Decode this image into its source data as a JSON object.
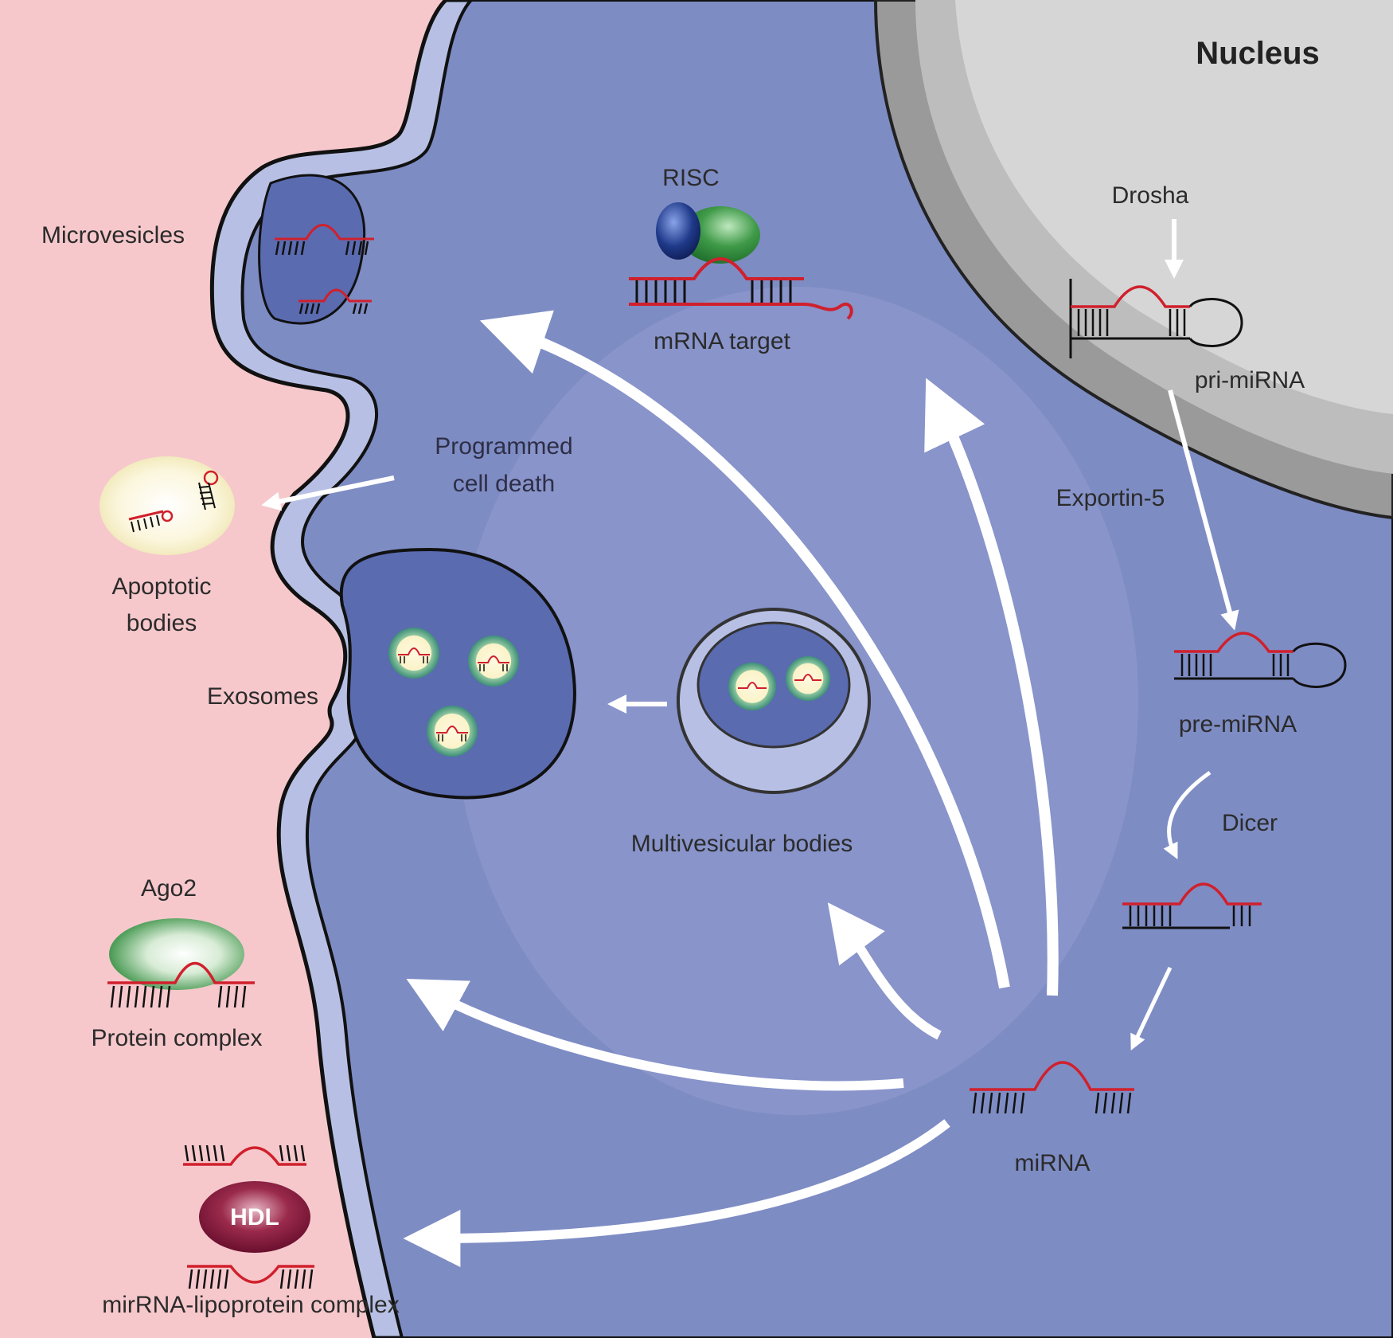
{
  "labels": {
    "nucleus": "Nucleus",
    "drosha": "Drosha",
    "pri_mirna": "pri-miRNA",
    "exportin5": "Exportin-5",
    "pre_mirna": "pre-miRNA",
    "dicer": "Dicer",
    "mirna": "miRNA",
    "risc": "RISC",
    "mrna_target": "mRNA target",
    "microvesicles": "Microvesicles",
    "programmed_1": "Programmed",
    "programmed_2": "cell death",
    "apoptotic_1": "Apoptotic",
    "apoptotic_2": "bodies",
    "exosomes": "Exosomes",
    "mvb": "Multivesicular bodies",
    "ago2": "Ago2",
    "protein_complex": "Protein complex",
    "hdl": "HDL",
    "lipoprotein_complex": "mirRNA-lipoprotein complex"
  },
  "colors": {
    "extracellular": "#f6c8cc",
    "cytoplasm": "#7e8cc4",
    "membrane": "#b7c0e4",
    "nucleus": "#d4d4d4",
    "rna_red": "#d0202c",
    "rna_black": "#111111",
    "arrow": "#ffffff"
  }
}
